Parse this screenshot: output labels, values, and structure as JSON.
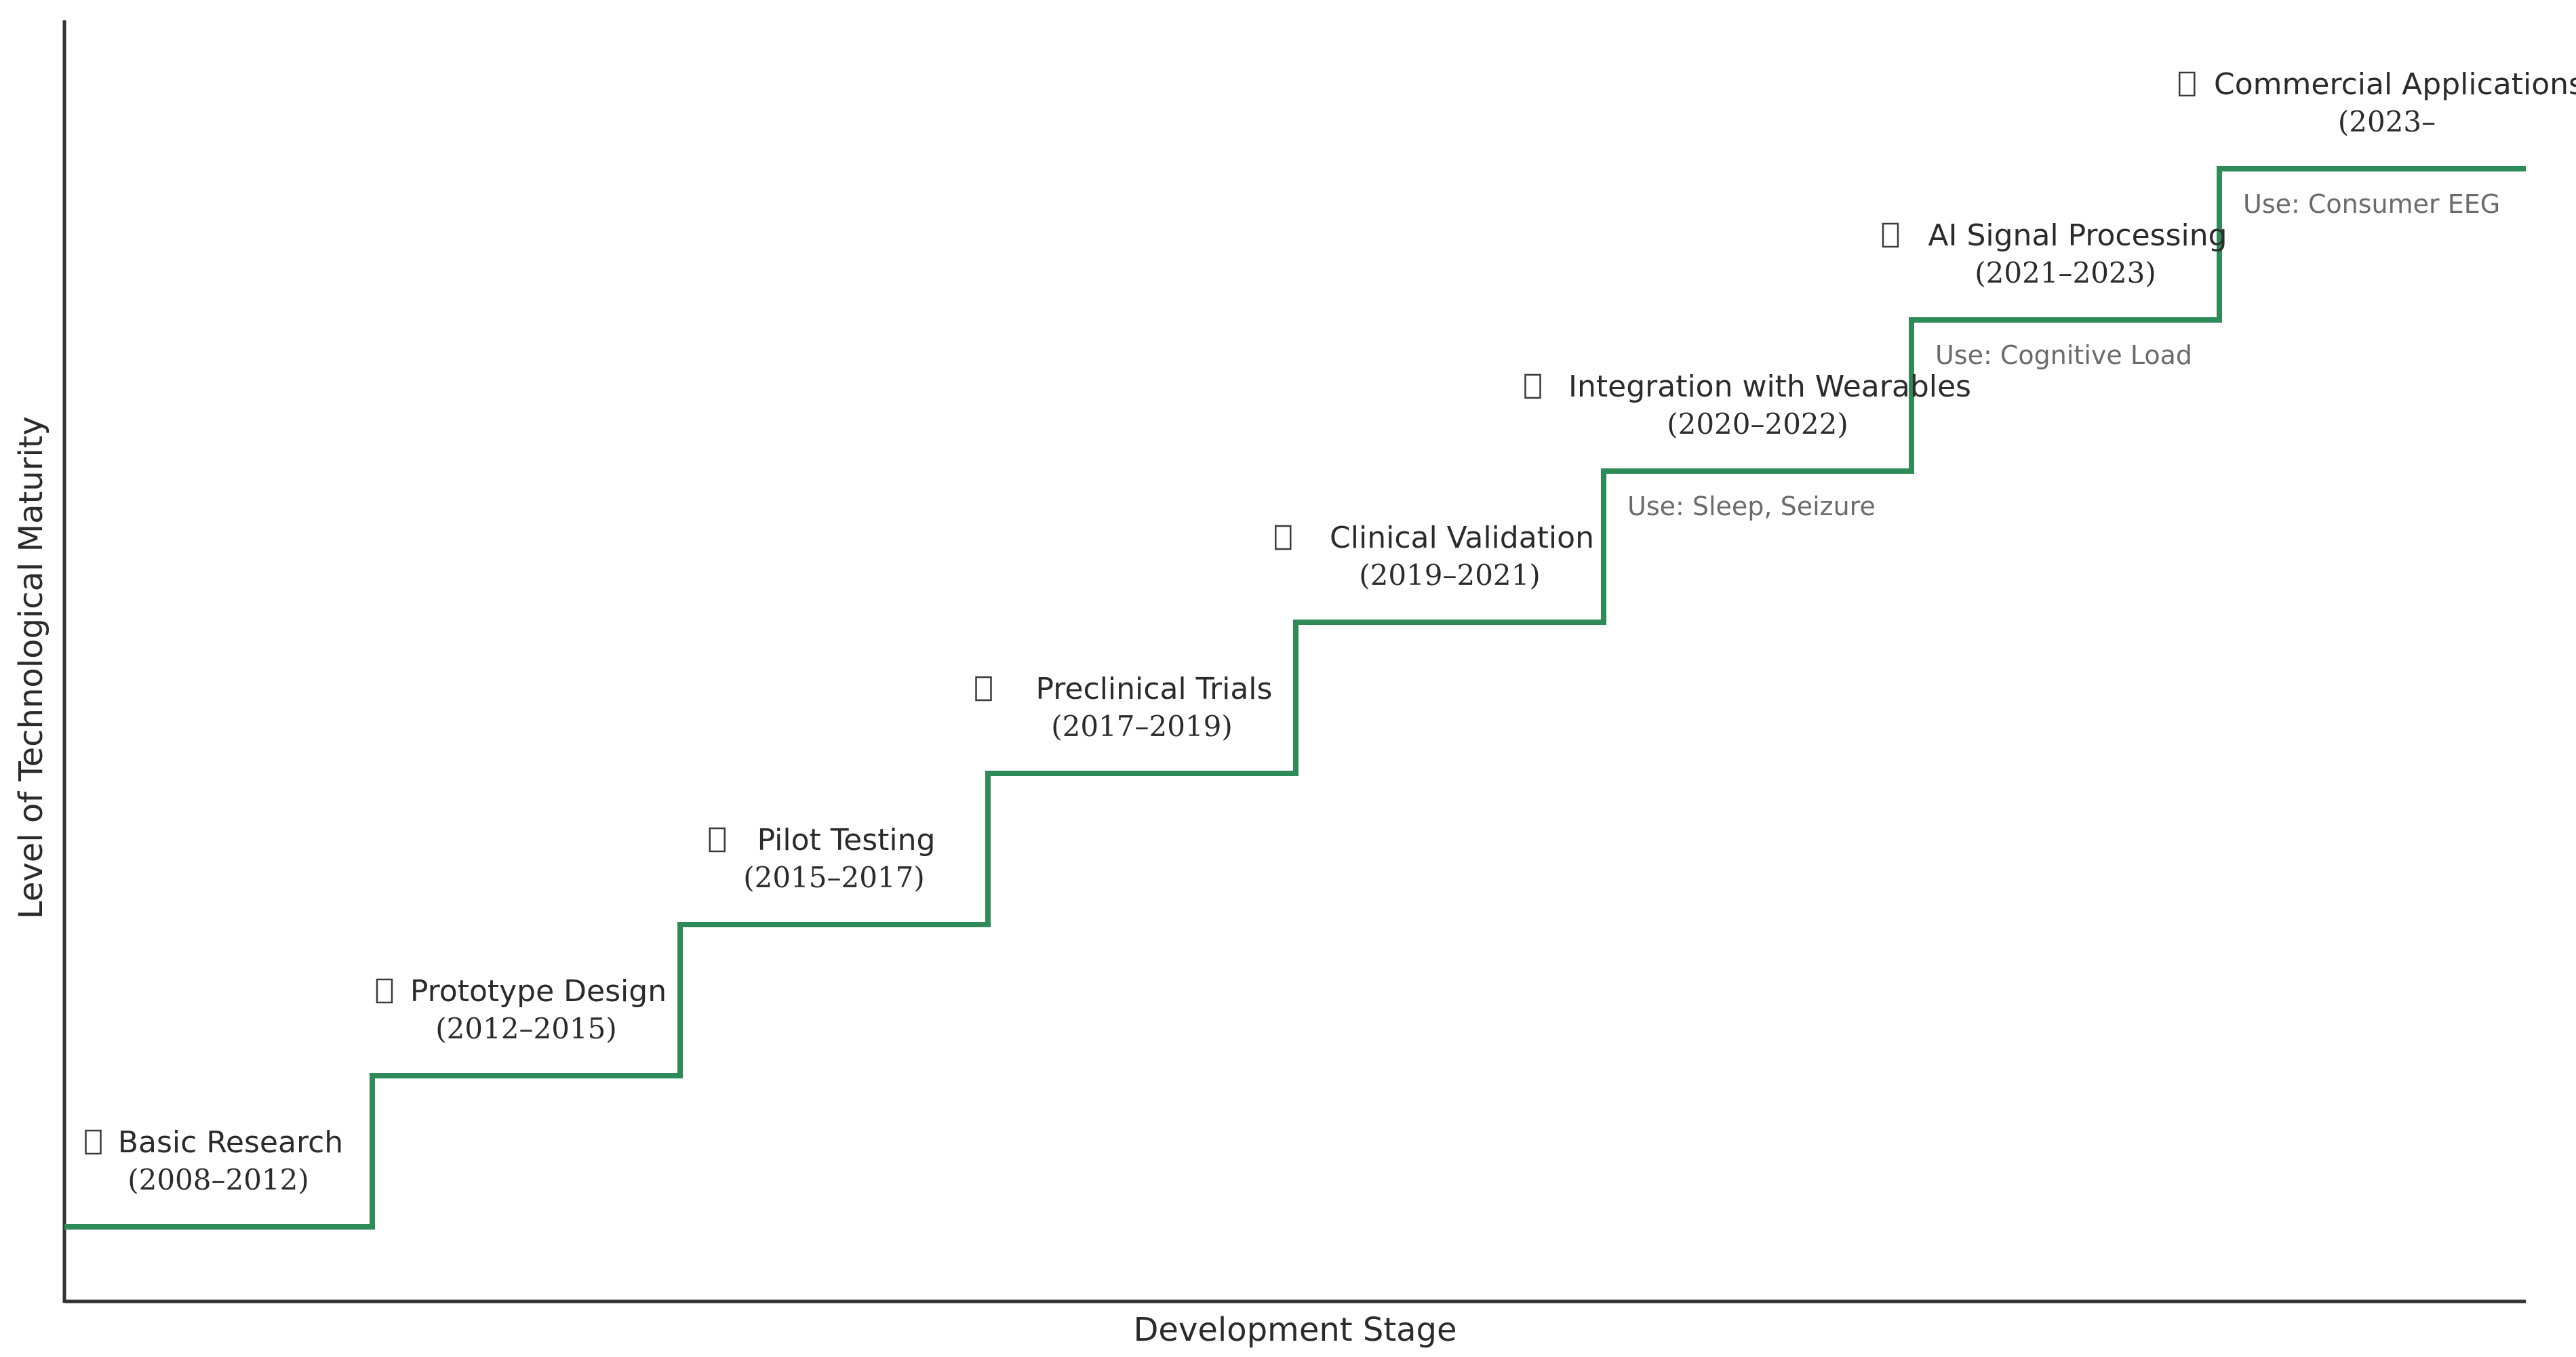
{
  "chart_data": {
    "type": "line",
    "step": true,
    "xlabel": "Development Stage",
    "ylabel": "Level of Technological Maturity",
    "grid": false,
    "line_color": "#2e8b57",
    "stages": [
      {
        "name": "Basic Research",
        "years": "(2008–2012)",
        "level": 1,
        "use": "",
        "icon": "missing-glyph"
      },
      {
        "name": "Prototype Design",
        "years": "(2012–2015)",
        "level": 2,
        "use": "",
        "icon": "missing-glyph"
      },
      {
        "name": "Pilot Testing",
        "years": "(2015–2017)",
        "level": 3,
        "use": "",
        "icon": "missing-glyph"
      },
      {
        "name": "Preclinical Trials",
        "years": "(2017–2019)",
        "level": 4,
        "use": "",
        "icon": "missing-glyph"
      },
      {
        "name": "Clinical Validation",
        "years": "(2019–2021)",
        "level": 5,
        "use": "",
        "icon": "missing-glyph"
      },
      {
        "name": "Integration with Wearables",
        "years": "(2020–2022)",
        "level": 6,
        "use": "Use: Sleep, Seizure",
        "icon": "missing-glyph"
      },
      {
        "name": "AI Signal Processing",
        "years": "(2021–2023)",
        "level": 7,
        "use": "Use: Cognitive Load",
        "icon": "missing-glyph"
      },
      {
        "name": "Commercial Applications",
        "years": "(2023–",
        "level": 8,
        "use": "Use: Consumer EEG",
        "icon": "missing-glyph"
      }
    ]
  }
}
